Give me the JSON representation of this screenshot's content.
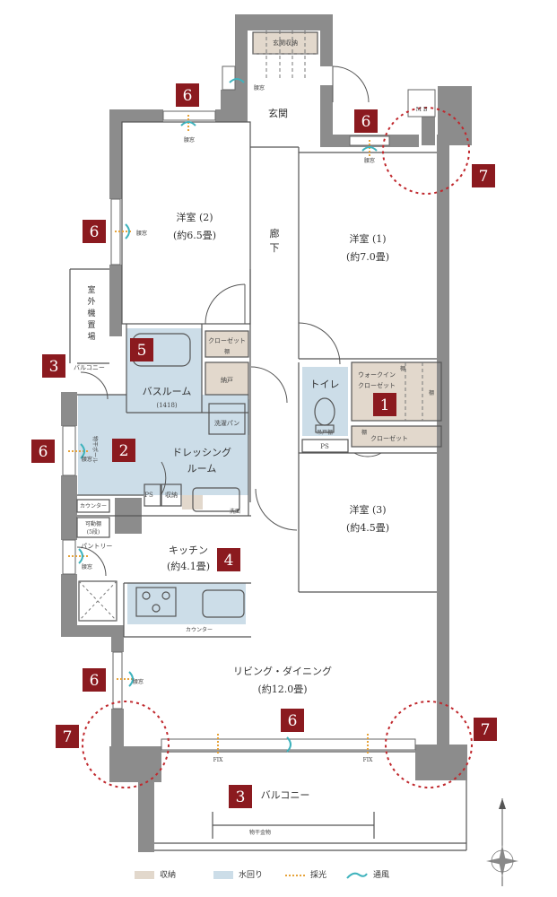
{
  "rooms": {
    "entrance_storage": "玄関収納",
    "entrance": "玄関",
    "corridor": "廊下",
    "western2": "洋室 (2)",
    "western2_size": "(約6.5畳)",
    "western1": "洋室 (1)",
    "western1_size": "(約7.0畳)",
    "western3": "洋室 (3)",
    "western3_size": "(約4.5畳)",
    "outdoor_unit": "室外機置場",
    "balcony_small": "バルコニー",
    "closet": "クローゼット",
    "shelf": "棚",
    "storeroom": "納戸",
    "walkin_1": "ウォークイン",
    "walkin_2": "クローゼット",
    "toilet": "トイレ",
    "toilet_shelf": "吊戸棚",
    "ps": "PS",
    "bathroom": "バスルーム",
    "bathroom_size": "(1418)",
    "laundry_pan": "洗濯パン",
    "dressing_1": "ドレッシング",
    "dressing_2": "ルーム",
    "drying_pole": "物干ポール",
    "storage": "収納",
    "basin": "洗面",
    "counter": "カウンター",
    "movable_shelf_1": "可動棚",
    "movable_shelf_2": "(5段)",
    "pantry": "パントリー",
    "kitchen": "キッチン",
    "kitchen_size": "(約4.1畳)",
    "kitchen_counter": "カウンター",
    "living_dining": "リビング・ダイニング",
    "living_size": "(約12.0畳)",
    "balcony": "バルコニー",
    "drying_hardware": "物干金物",
    "fix": "FIX",
    "window": "腰窓",
    "mb": "M B"
  },
  "badges": {
    "n1": "1",
    "n2": "2",
    "n3": "3",
    "n4": "4",
    "n5": "5",
    "n6": "6",
    "n7": "7"
  },
  "legend": {
    "storage": "収納",
    "water": "水回り",
    "daylight": "採光",
    "ventilation": "通風"
  },
  "colors": {
    "badge": "#8b1a1f",
    "storage": "#e2d8cc",
    "water": "#ccdde8",
    "wall": "#8c8c8c",
    "daylight": "#e6a33a",
    "ventilation": "#3fb3bd",
    "circle": "#c0282d"
  }
}
